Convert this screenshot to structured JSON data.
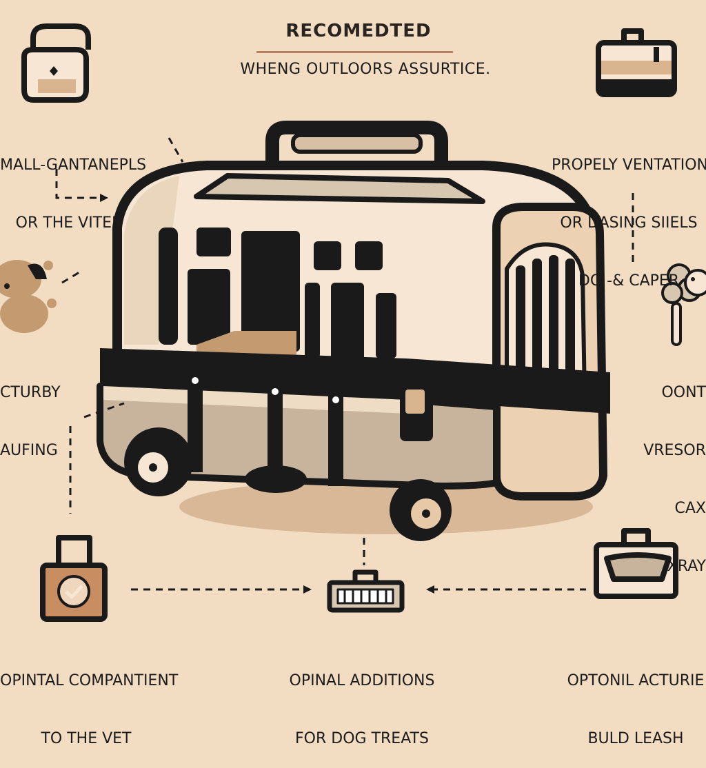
{
  "header": {
    "title": "RECOMEDTED",
    "subtitle": "WHENG OUTLOORS ASSURTICE."
  },
  "labels": {
    "top_left": [
      "MALL-GANTANEPLS",
      "OR THE VITER"
    ],
    "top_right": [
      "PROPELY VENTATION",
      "OR DASING SIIELS",
      "DO -& CAPER"
    ],
    "mid_left": [
      "CTURBY",
      "AUFING"
    ],
    "mid_right": [
      "OONT",
      "VRESOR",
      "CAX",
      "XRAY"
    ],
    "bottom_left": [
      "OPINTAL COMPANTIENT",
      "TO THE VET"
    ],
    "bottom_center": [
      "OPINAL ADDITIONS",
      "FOR DOG TREATS"
    ],
    "bottom_right": [
      "OPTONIL ACTURIE",
      "BULD LEASH"
    ]
  },
  "icons": {
    "top_left": "bag-icon",
    "top_right": "luggage-icon",
    "mid_left": "dog-icon",
    "mid_right": "flower-dog-icon",
    "bottom_left": "checkmark-case-icon",
    "bottom_center": "treat-box-icon",
    "bottom_right": "tote-icon",
    "main": "pet-carrier-icon"
  },
  "colors": {
    "background": "#f2dcc2",
    "outline": "#1a1a1a",
    "shell": "#f6e6d3",
    "tan": "#d8b48f",
    "brown": "#b07a55",
    "base": "#c8b49c",
    "accent": "#b88260"
  }
}
